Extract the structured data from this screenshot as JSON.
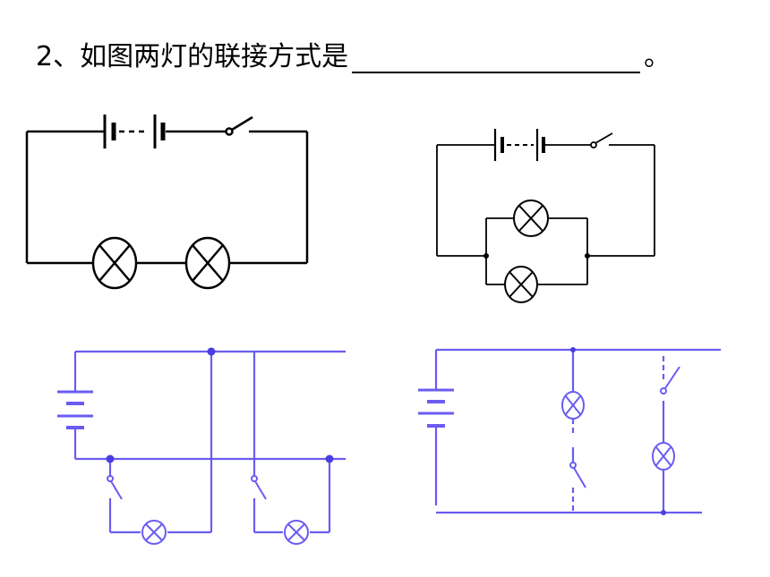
{
  "question": {
    "prefix": "2、如图两灯的联接方式是",
    "suffix": "。"
  },
  "colors": {
    "black_wire": "#000000",
    "blue_wire": "#6a5cf2"
  },
  "diagrams": [
    {
      "name": "series-circuit",
      "components": [
        "battery",
        "switch",
        "lamp",
        "lamp"
      ]
    },
    {
      "name": "parallel-circuit",
      "components": [
        "battery",
        "switch",
        "lamp",
        "lamp"
      ]
    },
    {
      "name": "blue-parallel-circuit-with-switches",
      "components": [
        "battery",
        "switch",
        "switch",
        "lamp",
        "lamp"
      ]
    },
    {
      "name": "blue-parallel-circuit-branch-switches",
      "components": [
        "battery",
        "switch",
        "switch",
        "lamp",
        "lamp"
      ]
    }
  ]
}
